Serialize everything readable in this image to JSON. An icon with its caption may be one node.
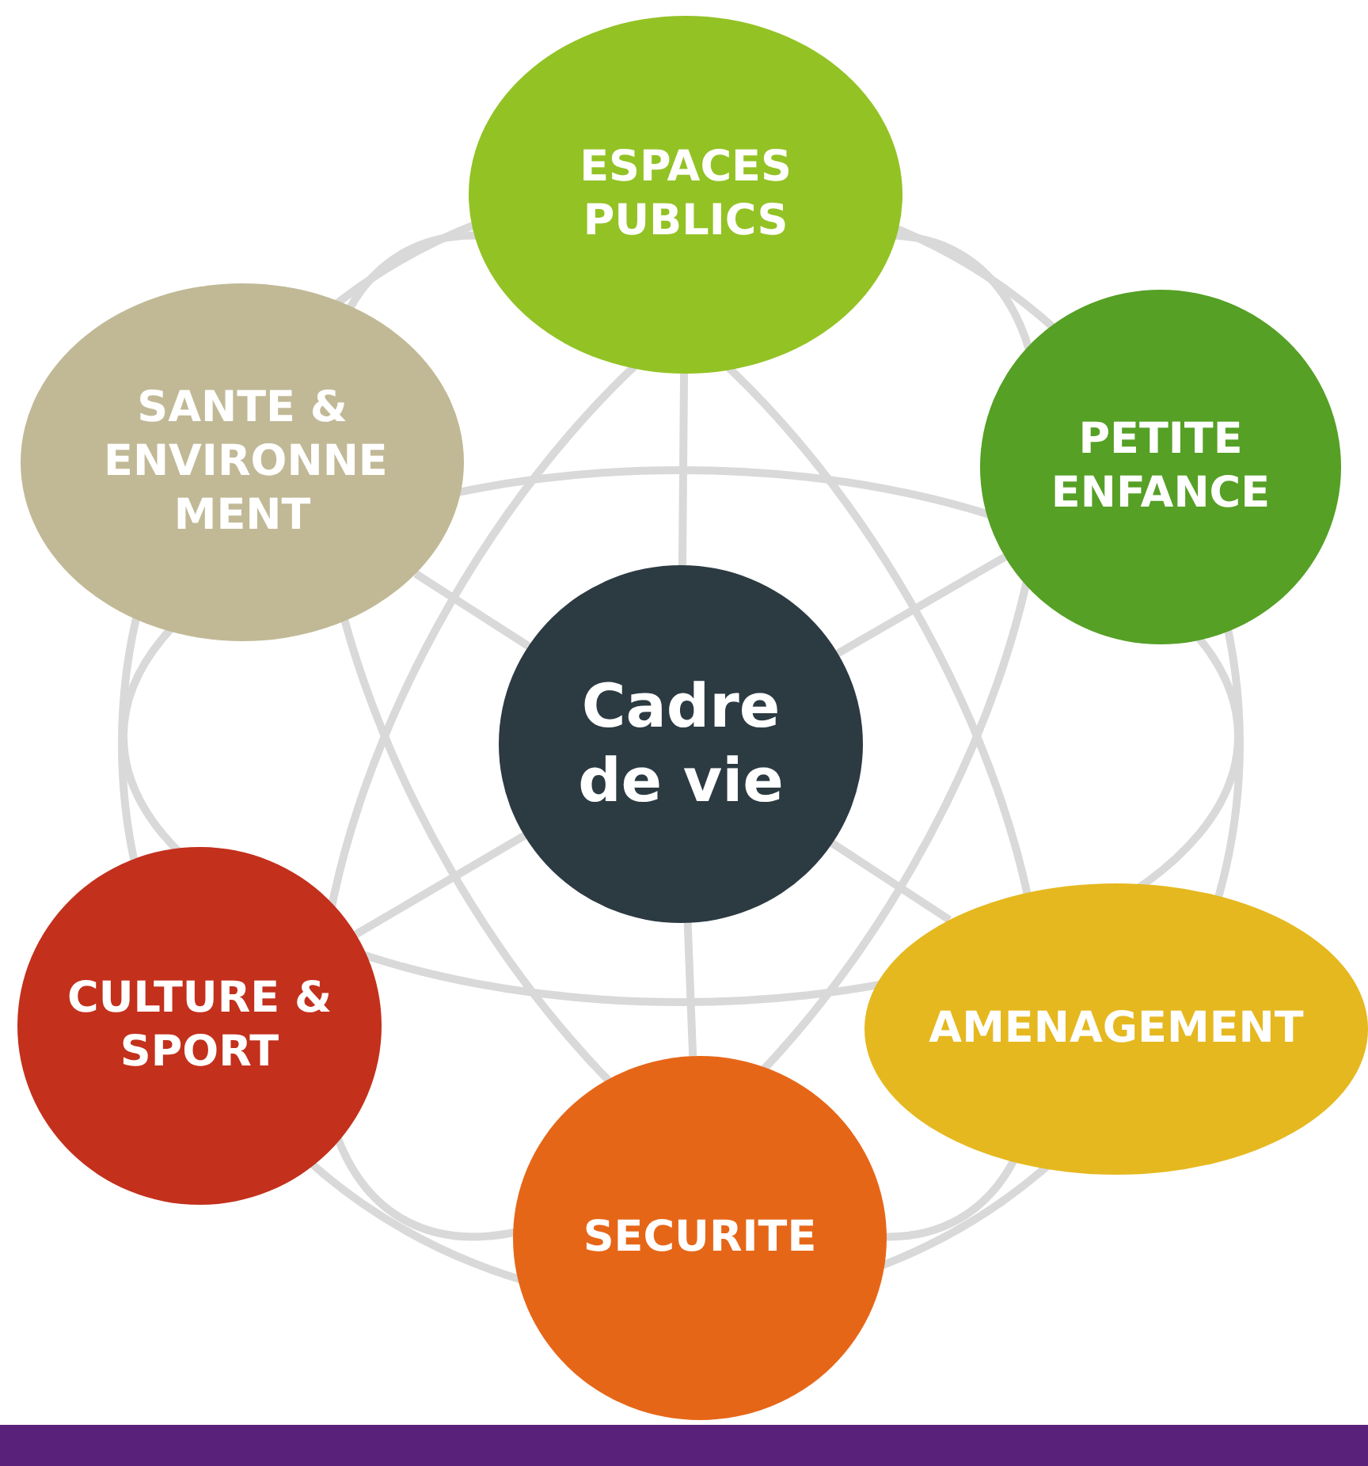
{
  "diagram": {
    "nodes": [
      {
        "text": [
          "Cadre de vie"
        ]
      },
      {
        "text": [
          "ESPACES PUBLICS"
        ]
      },
      {
        "text": [
          "PETITE ENFANCE"
        ]
      },
      {
        "text": [
          "AMENAGEMENT"
        ]
      },
      {
        "text": [
          "SECURITE"
        ]
      },
      {
        "text": [
          "CULTURE & SPORT"
        ]
      },
      {
        "text": [
          "SANTE & ENVIRONNE MENT"
        ]
      }
    ],
    "edges": [
      {
        "from": 0,
        "to": 1,
        "arrow": "none"
      },
      {
        "from": 0,
        "to": 2,
        "arrow": "none"
      },
      {
        "from": 0,
        "to": 3,
        "arrow": "none"
      },
      {
        "from": 0,
        "to": 4,
        "arrow": "none"
      },
      {
        "from": 0,
        "to": 5,
        "arrow": "none"
      },
      {
        "from": 0,
        "to": 6,
        "arrow": "none"
      }
    ]
  }
}
